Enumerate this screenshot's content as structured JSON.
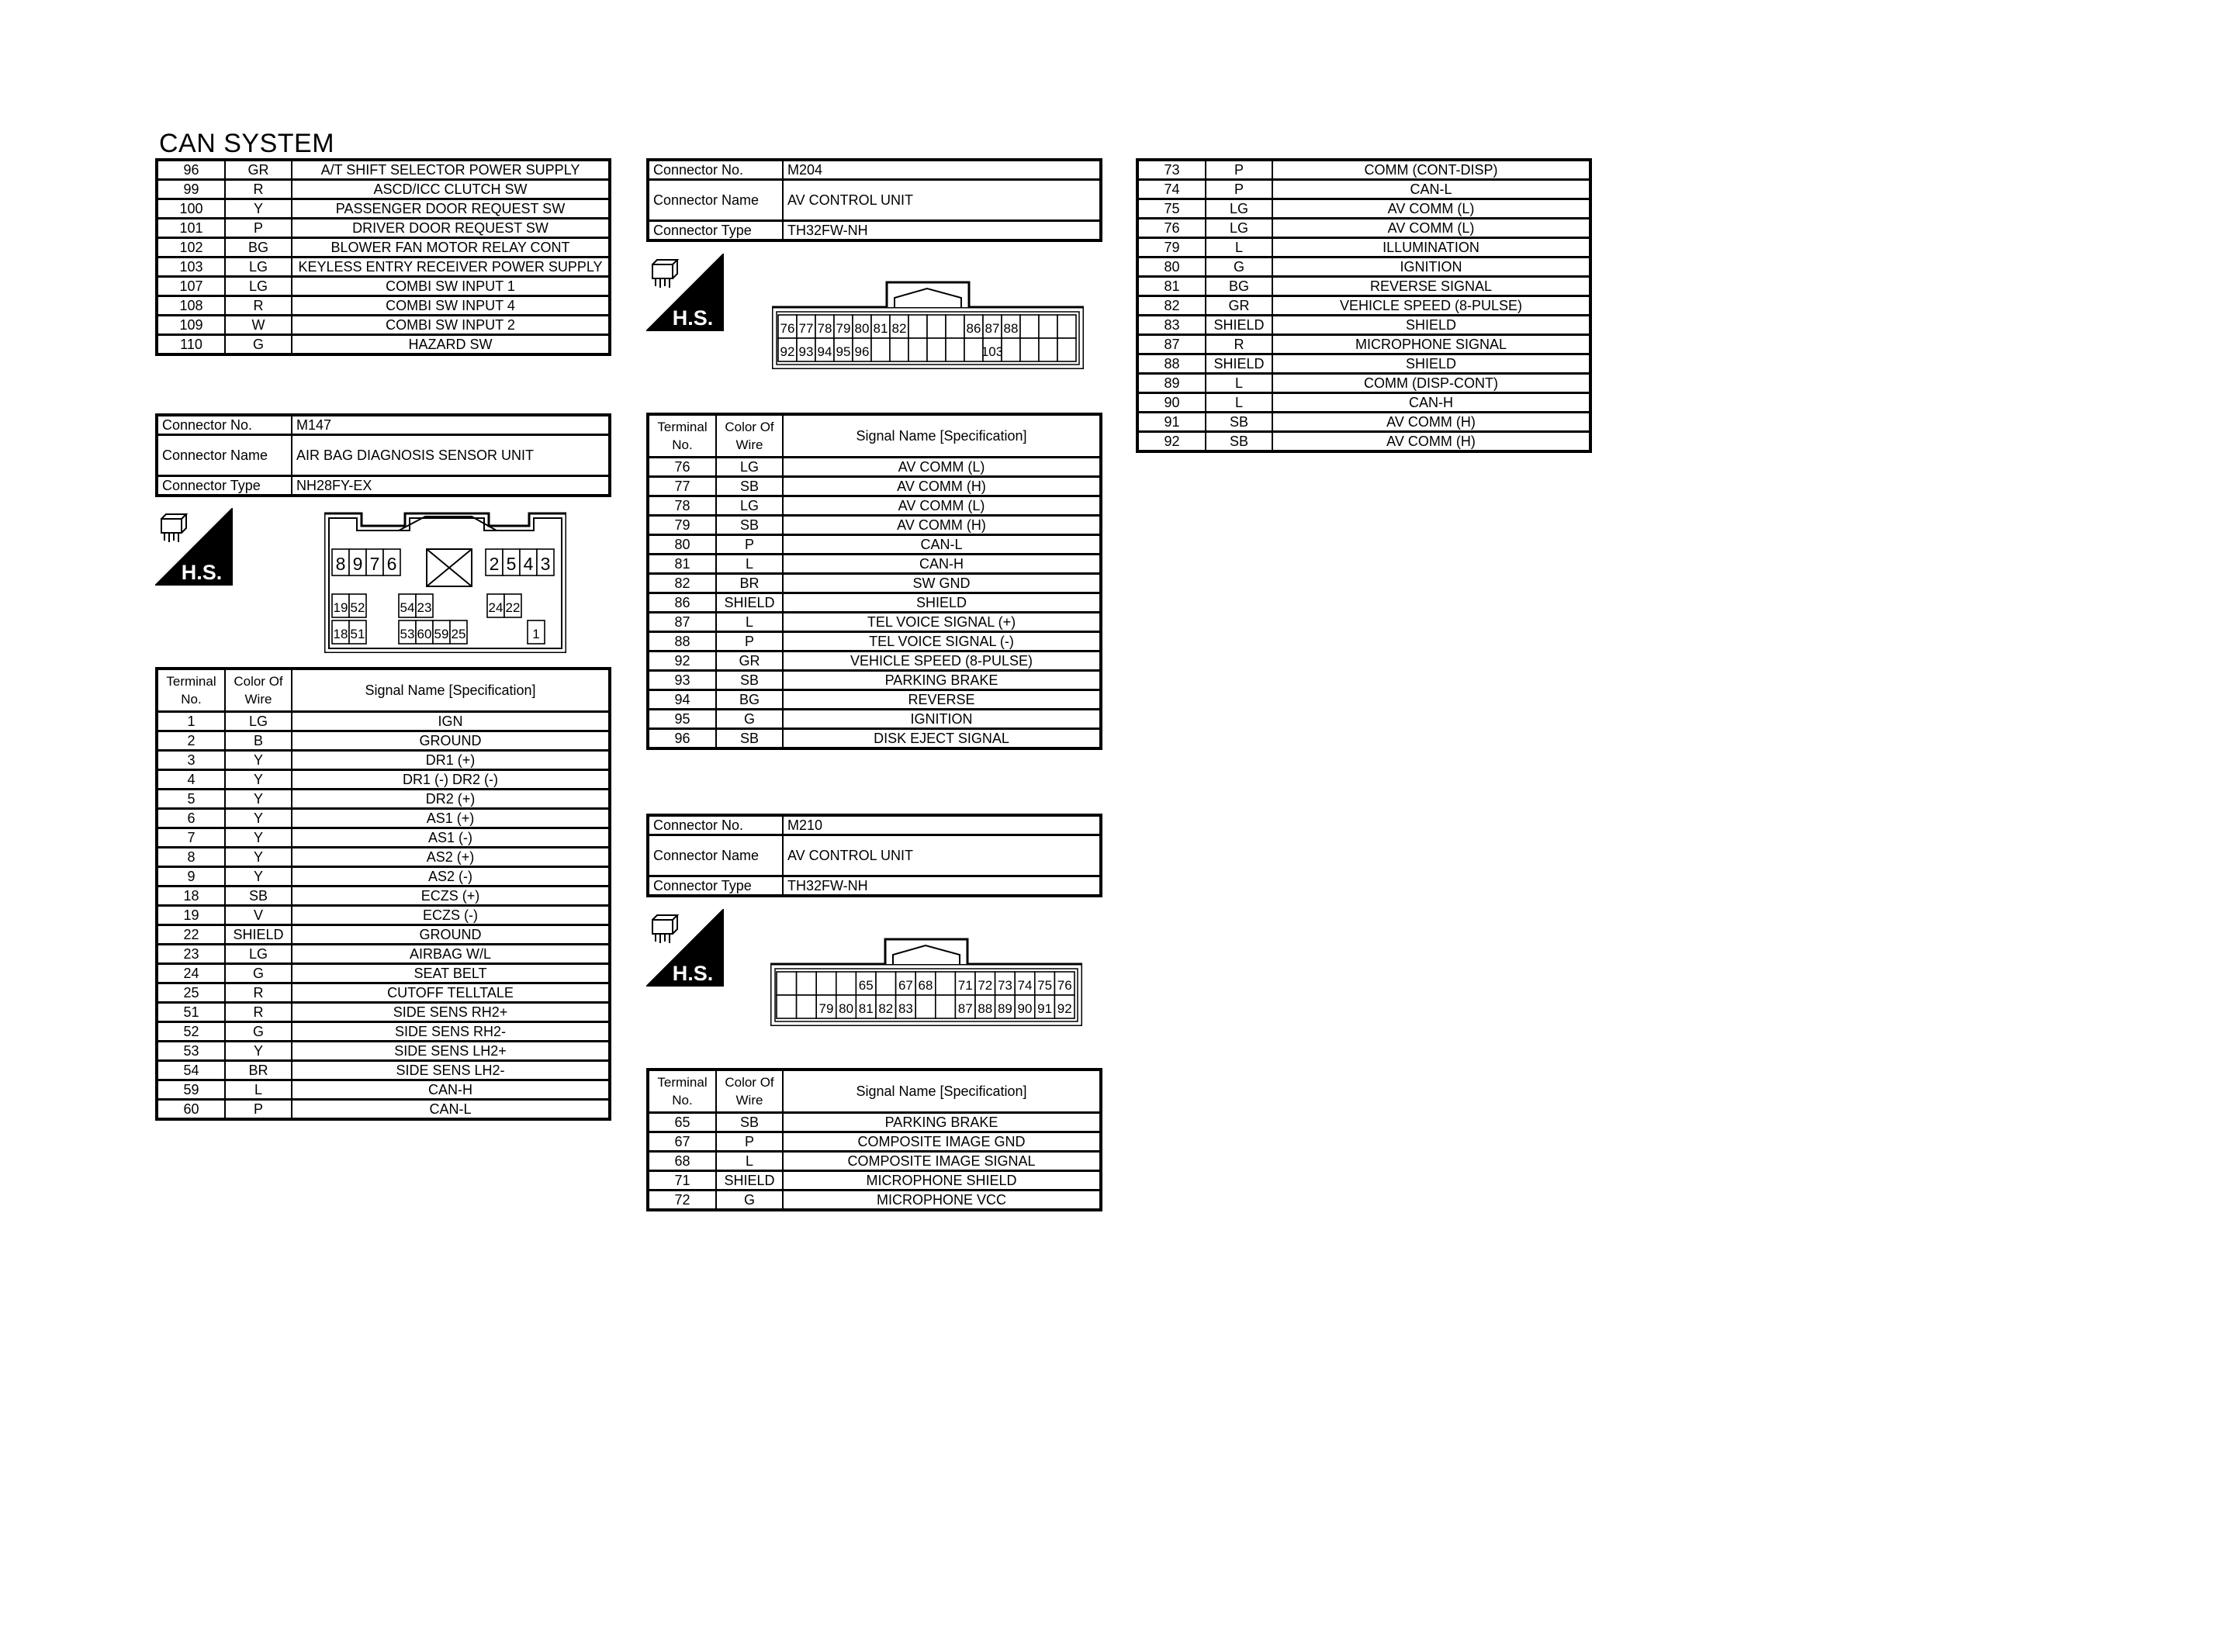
{
  "page_title": "CAN SYSTEM",
  "labels": {
    "connector_no": "Connector No.",
    "connector_name": "Connector Name",
    "connector_type": "Connector Type",
    "terminal_no": "Terminal No.",
    "color_of_wire": "Color Of Wire",
    "signal_name": "Signal Name [Specification]",
    "hs_mark": "H.S."
  },
  "top_left_table": {
    "rows": [
      {
        "terminal": "96",
        "color": "GR",
        "signal": "A/T SHIFT SELECTOR POWER SUPPLY"
      },
      {
        "terminal": "99",
        "color": "R",
        "signal": "ASCD/ICC CLUTCH SW"
      },
      {
        "terminal": "100",
        "color": "Y",
        "signal": "PASSENGER DOOR REQUEST SW"
      },
      {
        "terminal": "101",
        "color": "P",
        "signal": "DRIVER DOOR REQUEST SW"
      },
      {
        "terminal": "102",
        "color": "BG",
        "signal": "BLOWER FAN MOTOR RELAY CONT"
      },
      {
        "terminal": "103",
        "color": "LG",
        "signal": "KEYLESS ENTRY RECEIVER POWER SUPPLY"
      },
      {
        "terminal": "107",
        "color": "LG",
        "signal": "COMBI SW INPUT 1"
      },
      {
        "terminal": "108",
        "color": "R",
        "signal": "COMBI SW INPUT 4"
      },
      {
        "terminal": "109",
        "color": "W",
        "signal": "COMBI SW INPUT 2"
      },
      {
        "terminal": "110",
        "color": "G",
        "signal": "HAZARD SW"
      }
    ]
  },
  "m147": {
    "connector_no": "M147",
    "connector_name": "AIR BAG DIAGNOSIS SENSOR UNIT",
    "connector_type": "NH28FY-EX",
    "pins": {
      "row1": [
        "8",
        "9",
        "7",
        "6",
        "2",
        "5",
        "4",
        "3"
      ],
      "row2": [
        "19",
        "52",
        "54",
        "23",
        "24",
        "22"
      ],
      "row3": [
        "18",
        "51",
        "53",
        "60",
        "59",
        "25",
        "1"
      ]
    },
    "rows": [
      {
        "terminal": "1",
        "color": "LG",
        "signal": "IGN"
      },
      {
        "terminal": "2",
        "color": "B",
        "signal": "GROUND"
      },
      {
        "terminal": "3",
        "color": "Y",
        "signal": "DR1 (+)"
      },
      {
        "terminal": "4",
        "color": "Y",
        "signal": "DR1 (-) DR2 (-)"
      },
      {
        "terminal": "5",
        "color": "Y",
        "signal": "DR2 (+)"
      },
      {
        "terminal": "6",
        "color": "Y",
        "signal": "AS1 (+)"
      },
      {
        "terminal": "7",
        "color": "Y",
        "signal": "AS1 (-)"
      },
      {
        "terminal": "8",
        "color": "Y",
        "signal": "AS2 (+)"
      },
      {
        "terminal": "9",
        "color": "Y",
        "signal": "AS2 (-)"
      },
      {
        "terminal": "18",
        "color": "SB",
        "signal": "ECZS (+)"
      },
      {
        "terminal": "19",
        "color": "V",
        "signal": "ECZS (-)"
      },
      {
        "terminal": "22",
        "color": "SHIELD",
        "signal": "GROUND"
      },
      {
        "terminal": "23",
        "color": "LG",
        "signal": "AIRBAG W/L"
      },
      {
        "terminal": "24",
        "color": "G",
        "signal": "SEAT BELT"
      },
      {
        "terminal": "25",
        "color": "R",
        "signal": "CUTOFF TELLTALE"
      },
      {
        "terminal": "51",
        "color": "R",
        "signal": "SIDE SENS RH2+"
      },
      {
        "terminal": "52",
        "color": "G",
        "signal": "SIDE SENS RH2-"
      },
      {
        "terminal": "53",
        "color": "Y",
        "signal": "SIDE SENS LH2+"
      },
      {
        "terminal": "54",
        "color": "BR",
        "signal": "SIDE SENS LH2-"
      },
      {
        "terminal": "59",
        "color": "L",
        "signal": "CAN-H"
      },
      {
        "terminal": "60",
        "color": "P",
        "signal": "CAN-L"
      }
    ]
  },
  "m204": {
    "connector_no": "M204",
    "connector_name": "AV CONTROL UNIT",
    "connector_type": "TH32FW-NH",
    "pins": {
      "row1": [
        "76",
        "77",
        "78",
        "79",
        "80",
        "81",
        "82",
        "",
        "",
        "",
        "86",
        "87",
        "88",
        "",
        "",
        ""
      ],
      "row2": [
        "92",
        "93",
        "94",
        "95",
        "96",
        "",
        "",
        "",
        "",
        "",
        "",
        "103",
        "",
        "",
        "",
        ""
      ]
    },
    "rows": [
      {
        "terminal": "76",
        "color": "LG",
        "signal": "AV COMM (L)"
      },
      {
        "terminal": "77",
        "color": "SB",
        "signal": "AV COMM (H)"
      },
      {
        "terminal": "78",
        "color": "LG",
        "signal": "AV COMM (L)"
      },
      {
        "terminal": "79",
        "color": "SB",
        "signal": "AV COMM (H)"
      },
      {
        "terminal": "80",
        "color": "P",
        "signal": "CAN-L"
      },
      {
        "terminal": "81",
        "color": "L",
        "signal": "CAN-H"
      },
      {
        "terminal": "82",
        "color": "BR",
        "signal": "SW GND"
      },
      {
        "terminal": "86",
        "color": "SHIELD",
        "signal": "SHIELD"
      },
      {
        "terminal": "87",
        "color": "L",
        "signal": "TEL VOICE SIGNAL (+)"
      },
      {
        "terminal": "88",
        "color": "P",
        "signal": "TEL VOICE SIGNAL (-)"
      },
      {
        "terminal": "92",
        "color": "GR",
        "signal": "VEHICLE SPEED (8-PULSE)"
      },
      {
        "terminal": "93",
        "color": "SB",
        "signal": "PARKING BRAKE"
      },
      {
        "terminal": "94",
        "color": "BG",
        "signal": "REVERSE"
      },
      {
        "terminal": "95",
        "color": "G",
        "signal": "IGNITION"
      },
      {
        "terminal": "96",
        "color": "SB",
        "signal": "DISK EJECT SIGNAL"
      }
    ]
  },
  "m210": {
    "connector_no": "M210",
    "connector_name": "AV CONTROL UNIT",
    "connector_type": "TH32FW-NH",
    "pins": {
      "row1": [
        "",
        "",
        "",
        "",
        "65",
        "",
        "67",
        "68",
        "",
        "71",
        "72",
        "73",
        "74",
        "75",
        "76"
      ],
      "row2": [
        "",
        "",
        "79",
        "80",
        "81",
        "82",
        "83",
        "",
        "",
        "87",
        "88",
        "89",
        "90",
        "91",
        "92"
      ]
    },
    "rows": [
      {
        "terminal": "65",
        "color": "SB",
        "signal": "PARKING BRAKE"
      },
      {
        "terminal": "67",
        "color": "P",
        "signal": "COMPOSITE IMAGE GND"
      },
      {
        "terminal": "68",
        "color": "L",
        "signal": "COMPOSITE IMAGE SIGNAL"
      },
      {
        "terminal": "71",
        "color": "SHIELD",
        "signal": "MICROPHONE SHIELD"
      },
      {
        "terminal": "72",
        "color": "G",
        "signal": "MICROPHONE VCC"
      }
    ]
  },
  "right_table": {
    "rows": [
      {
        "terminal": "73",
        "color": "P",
        "signal": "COMM (CONT-DISP)"
      },
      {
        "terminal": "74",
        "color": "P",
        "signal": "CAN-L"
      },
      {
        "terminal": "75",
        "color": "LG",
        "signal": "AV COMM (L)"
      },
      {
        "terminal": "76",
        "color": "LG",
        "signal": "AV COMM (L)"
      },
      {
        "terminal": "79",
        "color": "L",
        "signal": "ILLUMINATION"
      },
      {
        "terminal": "80",
        "color": "G",
        "signal": "IGNITION"
      },
      {
        "terminal": "81",
        "color": "BG",
        "signal": "REVERSE SIGNAL"
      },
      {
        "terminal": "82",
        "color": "GR",
        "signal": "VEHICLE SPEED (8-PULSE)"
      },
      {
        "terminal": "83",
        "color": "SHIELD",
        "signal": "SHIELD"
      },
      {
        "terminal": "87",
        "color": "R",
        "signal": "MICROPHONE SIGNAL"
      },
      {
        "terminal": "88",
        "color": "SHIELD",
        "signal": "SHIELD"
      },
      {
        "terminal": "89",
        "color": "L",
        "signal": "COMM (DISP-CONT)"
      },
      {
        "terminal": "90",
        "color": "L",
        "signal": "CAN-H"
      },
      {
        "terminal": "91",
        "color": "SB",
        "signal": "AV COMM (H)"
      },
      {
        "terminal": "92",
        "color": "SB",
        "signal": "AV COMM (H)"
      }
    ]
  }
}
